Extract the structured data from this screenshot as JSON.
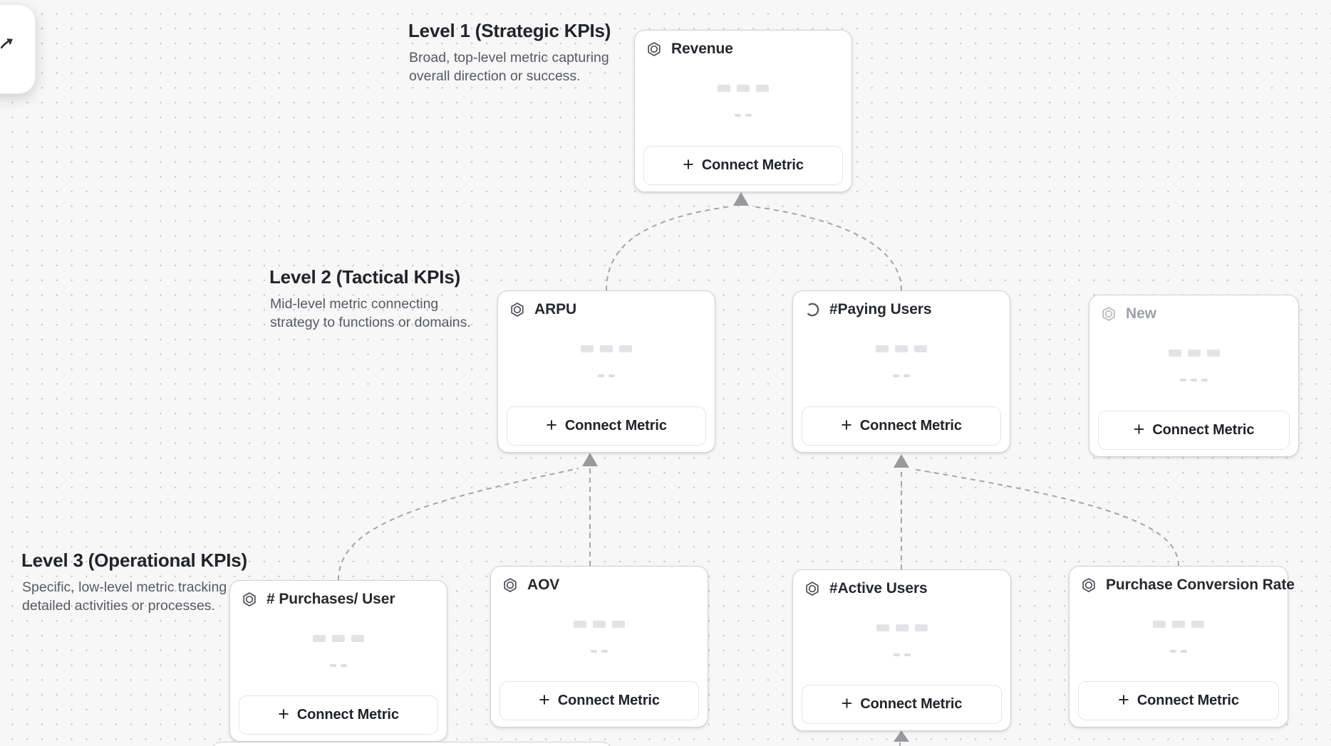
{
  "ui": {
    "background": "#f7f7f8",
    "dot_color": "#c6c7cb"
  },
  "sections": [
    {
      "title": "Level 1 (Strategic KPIs)",
      "description": "Broad, top-level metric capturing\noverall direction or success."
    },
    {
      "title": "Level 2 (Tactical KPIs)",
      "description": "Mid-level metric connecting\nstrategy to functions or domains."
    },
    {
      "title": "Level 3 (Operational KPIs)",
      "description": "Specific, low-level metric tracking\ndetailed activities or processes."
    }
  ],
  "cards": [
    {
      "title": "Revenue",
      "level": 1,
      "icon": "hexagon-metric-icon",
      "button_label": "Connect Metric",
      "muted": false
    },
    {
      "title": "ARPU",
      "level": 2,
      "icon": "hexagon-metric-icon",
      "button_label": "Connect Metric",
      "muted": false
    },
    {
      "title": "#Paying Users",
      "level": 2,
      "icon": "spinner-icon",
      "button_label": "Connect Metric",
      "muted": false
    },
    {
      "title": "New",
      "level": 2,
      "icon": "hexagon-metric-icon",
      "button_label": "Connect Metric",
      "muted": true
    },
    {
      "title": "# Purchases/ User",
      "level": 3,
      "icon": "hexagon-metric-icon",
      "button_label": "Connect Metric",
      "muted": false
    },
    {
      "title": "AOV",
      "level": 3,
      "icon": "hexagon-metric-icon",
      "button_label": "Connect Metric",
      "muted": false
    },
    {
      "title": "#Active Users",
      "level": 3,
      "icon": "hexagon-metric-icon",
      "button_label": "Connect Metric",
      "muted": false
    },
    {
      "title": "Purchase Conversion Rate",
      "level": 3,
      "icon": "hexagon-metric-icon",
      "button_label": "Connect Metric",
      "muted": false
    }
  ],
  "colors": {
    "card_border": "#d2d3d7",
    "connector_dash": "#a3a5aa",
    "arrowhead": "#97999e",
    "card_title": "#26292d",
    "muted_title": "#9da1a7",
    "skeleton_bar": "#e2e3e7",
    "section_title": "#212428",
    "section_description": "#565a60"
  }
}
